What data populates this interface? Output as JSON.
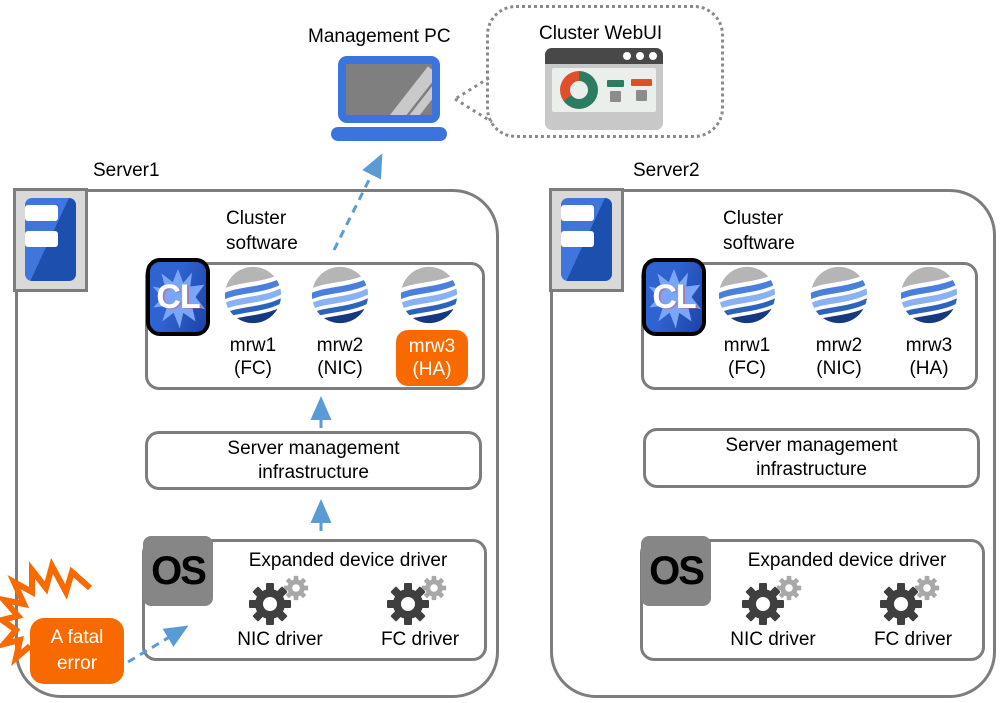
{
  "top": {
    "management_pc_label": "Management PC",
    "webui_label": "Cluster WebUI"
  },
  "servers": [
    {
      "name": "Server1",
      "cluster_software_label": "Cluster software",
      "cl_badge": "CL",
      "monitors": [
        {
          "name": "mrw1",
          "type": "(FC)",
          "highlighted": false
        },
        {
          "name": "mrw2",
          "type": "(NIC)",
          "highlighted": false
        },
        {
          "name": "mrw3",
          "type": "(HA)",
          "highlighted": true
        }
      ],
      "infrastructure_label": "Server management infrastructure",
      "os_label": "OS",
      "driver_box_title": "Expanded device driver",
      "drivers": [
        {
          "label": "NIC driver"
        },
        {
          "label": "FC driver"
        }
      ],
      "error_label": "A fatal error"
    },
    {
      "name": "Server2",
      "cluster_software_label": "Cluster software",
      "cl_badge": "CL",
      "monitors": [
        {
          "name": "mrw1",
          "type": "(FC)",
          "highlighted": false
        },
        {
          "name": "mrw2",
          "type": "(NIC)",
          "highlighted": false
        },
        {
          "name": "mrw3",
          "type": "(HA)",
          "highlighted": false
        }
      ],
      "infrastructure_label": "Server management infrastructure",
      "os_label": "OS",
      "driver_box_title": "Expanded device driver",
      "drivers": [
        {
          "label": "NIC driver"
        },
        {
          "label": "FC driver"
        }
      ]
    }
  ],
  "colors": {
    "orange": "#f86a00",
    "arrow_blue": "#5b9bd5",
    "border_gray": "#7d7d7d",
    "brand_blue": "#3b74dd",
    "navy": "#16387f",
    "donut_teal": "#2c7c62",
    "donut_orange": "#df4f2b"
  }
}
